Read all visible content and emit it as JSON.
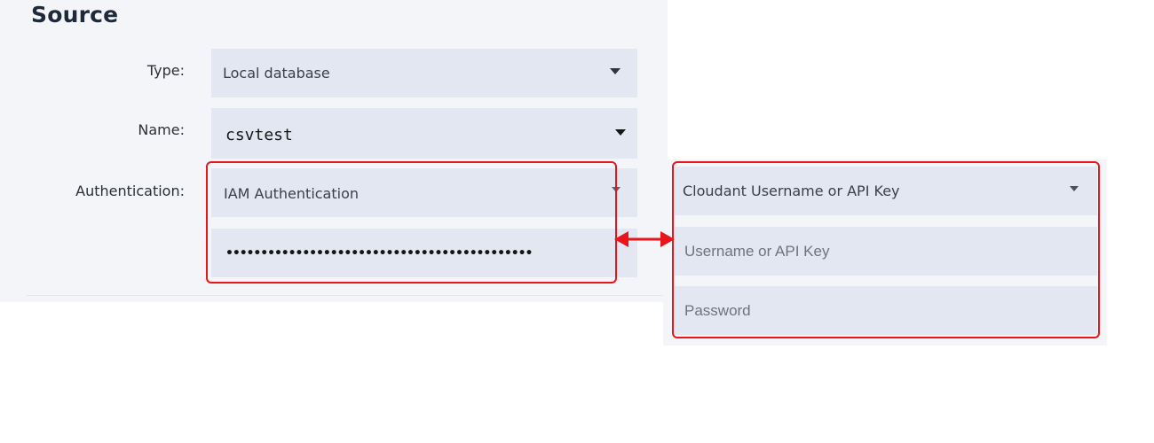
{
  "source": {
    "title": "Source",
    "type": {
      "label": "Type:",
      "value": "Local database"
    },
    "name": {
      "label": "Name:",
      "value": "csvtest"
    },
    "authentication": {
      "label": "Authentication:",
      "value": "IAM Authentication",
      "api_key_masked": "••••••••••••••••••••••••••••••••••••••••••••"
    }
  },
  "cloudant_auth": {
    "method": "Cloudant Username or API Key",
    "username": {
      "placeholder": "Username or API Key"
    },
    "password": {
      "placeholder": "Password"
    }
  },
  "colors": {
    "highlight": "#e8151b",
    "field_background": "#e2e7f2",
    "panel_background": "#f4f5f9"
  },
  "icons": [
    "chevron-down-icon",
    "double-arrow-icon"
  ]
}
